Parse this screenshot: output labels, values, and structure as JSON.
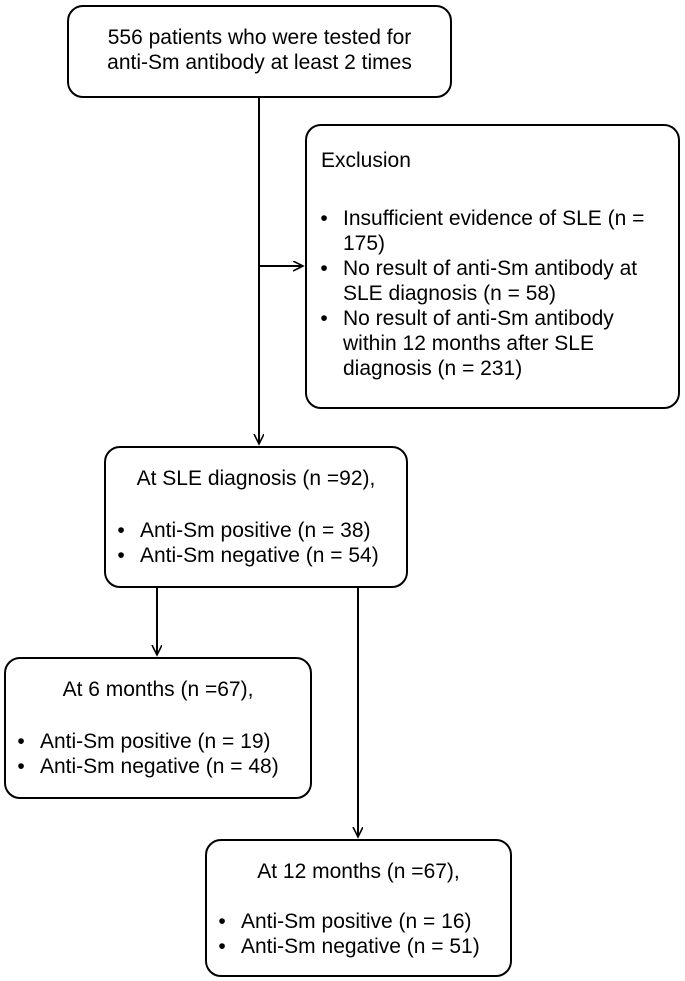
{
  "start_box": {
    "line1": "556 patients who were tested for",
    "line2": "anti-Sm antibody at least 2 times"
  },
  "exclusion_box": {
    "title": "Exclusion",
    "items": [
      "Insufficient evidence of SLE (n = 175)",
      "No result of anti-Sm antibody at SLE diagnosis (n = 58)",
      "No result of anti-Sm antibody within 12 months after SLE diagnosis (n = 231)"
    ]
  },
  "diagnosis_box": {
    "title": "At SLE diagnosis (n =92),",
    "items": [
      "Anti-Sm positive (n = 38)",
      "Anti-Sm negative (n = 54)"
    ]
  },
  "six_month_box": {
    "title": "At 6 months (n =67),",
    "items": [
      "Anti-Sm positive (n = 19)",
      "Anti-Sm negative (n = 48)"
    ]
  },
  "twelve_month_box": {
    "title": "At 12 months (n =67),",
    "items": [
      "Anti-Sm positive (n = 16)",
      "Anti-Sm negative (n = 51)"
    ]
  },
  "bullet": "•"
}
